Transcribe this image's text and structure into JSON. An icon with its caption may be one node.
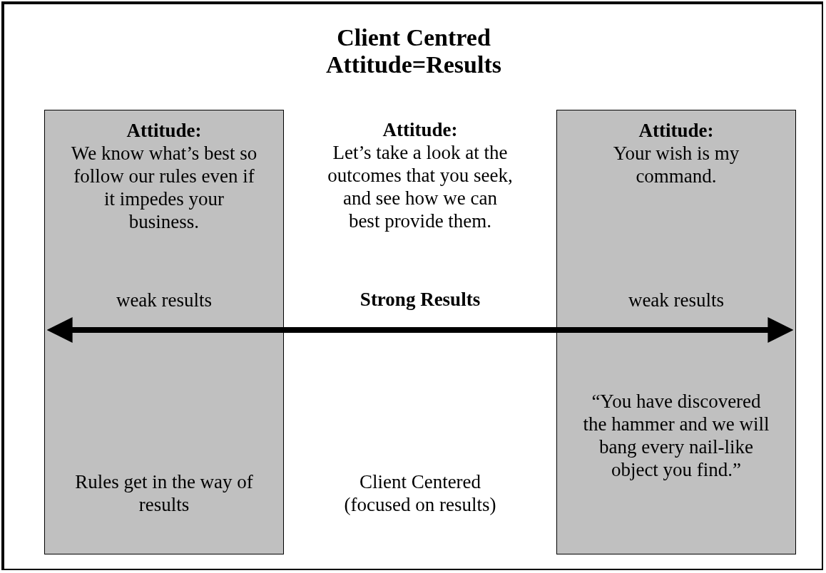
{
  "diagram": {
    "title": "Client Centred Attitude=Results",
    "nodes": [
      {
        "text": [
          "Attitude:",
          "We know what’s best so follow our rules even if it impedes your business.",
          "weak results",
          "Rules get in the way of results"
        ]
      },
      {
        "text": [
          "Attitude:",
          "Your wish is my command.",
          "weak results",
          "“You have discovered the hammer and we will bang every nail-like object you find.”"
        ]
      }
    ],
    "edges": [
      {
        "from": 0,
        "to": 1,
        "arrow": "both"
      }
    ],
    "labels": [
      "Attitude:",
      "Let’s take a look at the outcomes that you seek, and see how we can best provide them.",
      "Strong Results",
      "Client Centered (focused on results)"
    ]
  }
}
